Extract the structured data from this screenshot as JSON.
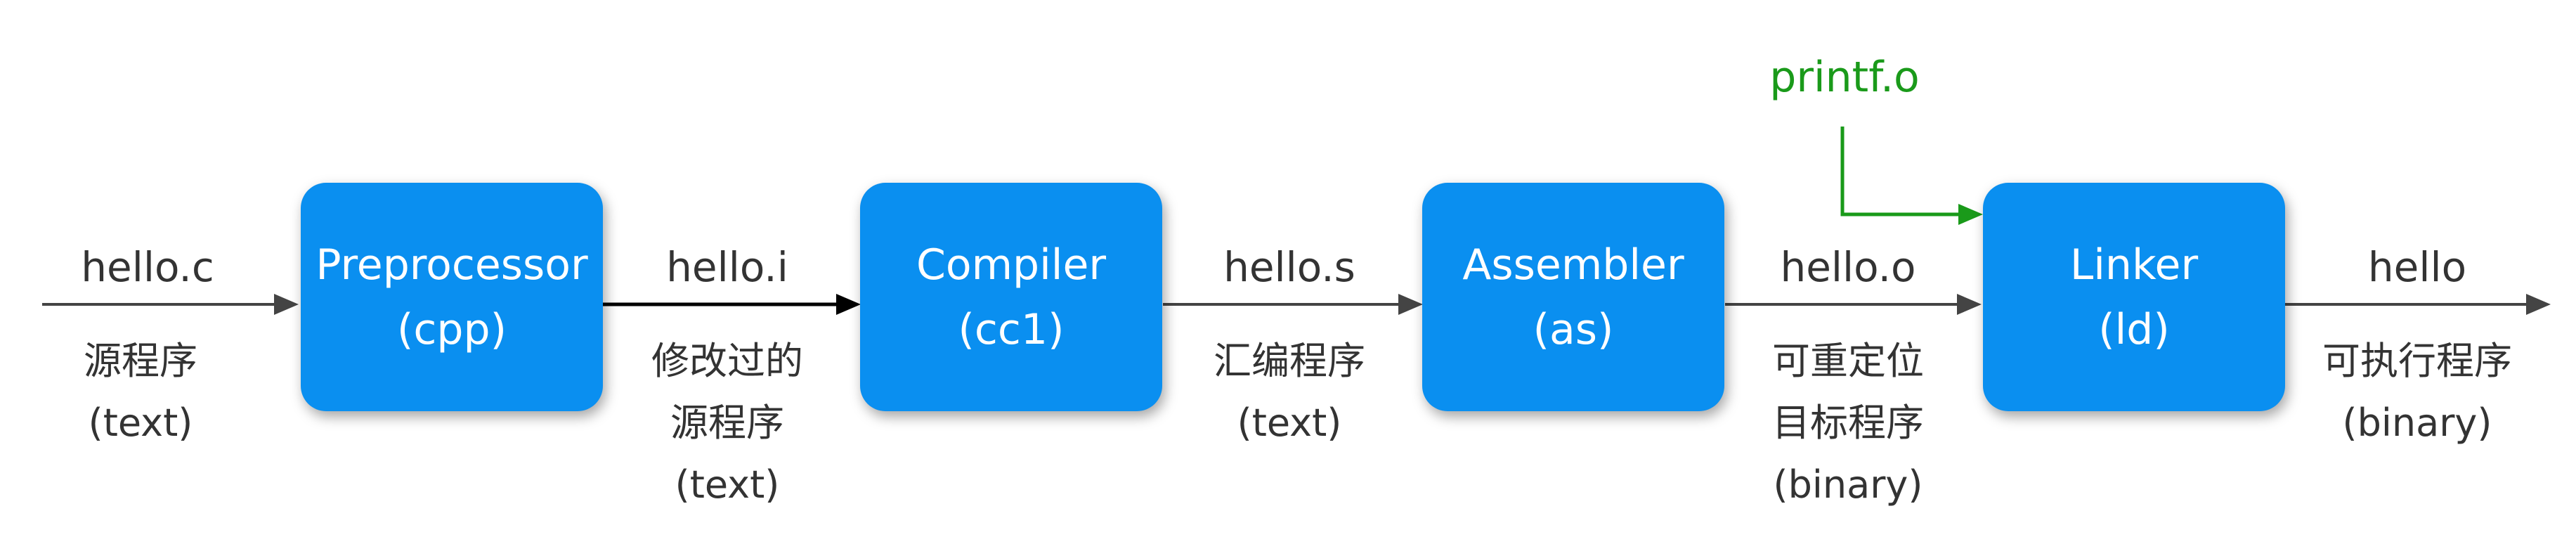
{
  "stages": [
    {
      "line1": "Preprocessor",
      "line2": "(cpp)"
    },
    {
      "line1": "Compiler",
      "line2": "(cc1)"
    },
    {
      "line1": "Assembler",
      "line2": "(as)"
    },
    {
      "line1": "Linker",
      "line2": "(ld)"
    }
  ],
  "files": [
    "hello.c",
    "hello.i",
    "hello.s",
    "hello.o",
    "hello"
  ],
  "descriptions": [
    [
      "源程序",
      "(text)"
    ],
    [
      "修改过的",
      "源程序",
      "(text)"
    ],
    [
      "汇编程序",
      "(text)"
    ],
    [
      "可重定位",
      "目标程序",
      "(binary)"
    ],
    [
      "可执行程序",
      "(binary)"
    ]
  ],
  "extra_input": "printf.o",
  "colors": {
    "box": "#0a8ff0",
    "box_text": "#ffffff",
    "arrow": "#444444",
    "emphasis_arrow": "#000000",
    "extra_input": "#1a9a1a",
    "label_text": "#333333"
  }
}
